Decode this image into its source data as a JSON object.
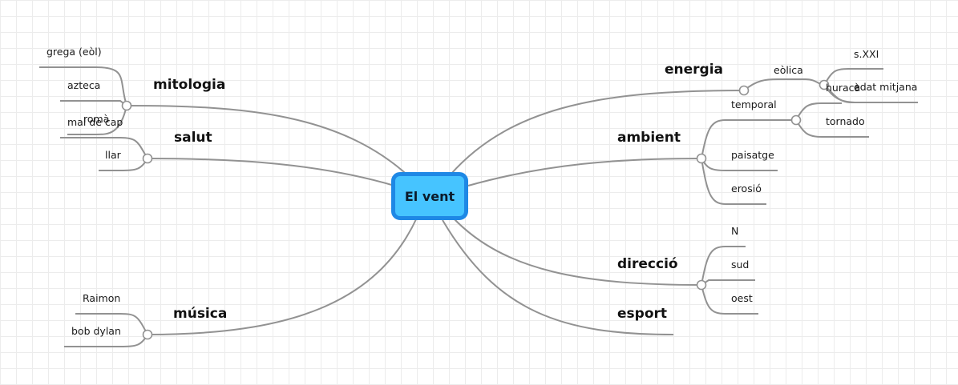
{
  "central_topic": "El vent",
  "topics": {
    "mitologia": {
      "label": "mitologia",
      "children": [
        "grega (eòl)",
        "azteca",
        "romà"
      ]
    },
    "salut": {
      "label": "salut",
      "children": [
        "mal de cap",
        "llar"
      ]
    },
    "musica": {
      "label": "música",
      "children": [
        "Raimon",
        "bob dylan"
      ]
    },
    "energia": {
      "label": "energia",
      "children": [
        "eòlica"
      ],
      "eolica_children": [
        "s.XXI",
        "huracà",
        "edat mitjana"
      ]
    },
    "ambient": {
      "label": "ambient",
      "children": [
        "temporal",
        "paisatge",
        "erosió"
      ],
      "temporal_children": [
        "tornado"
      ]
    },
    "direccio": {
      "label": "direcció",
      "children": [
        "N",
        "sud",
        "oest"
      ]
    },
    "esport": {
      "label": "esport"
    }
  },
  "colors": {
    "central_fill": "#46c4ff",
    "central_border": "#1e88e5",
    "connector": "#929292",
    "grid": "#ececec"
  }
}
